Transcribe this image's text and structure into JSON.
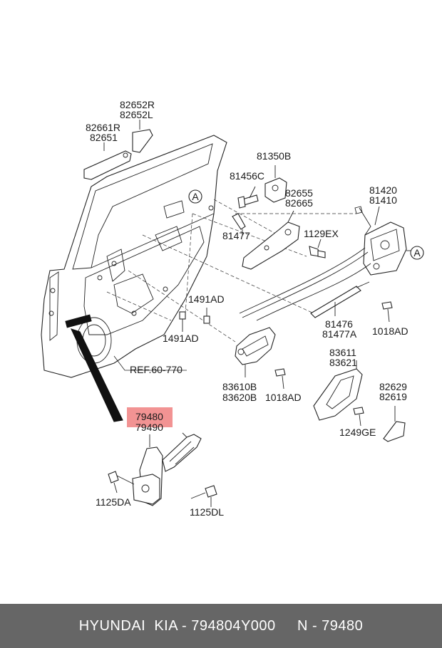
{
  "diagram": {
    "callout_marker": "A",
    "reference": "REF.60-770",
    "labels": {
      "p82652R": "82652R",
      "p82652L": "82652L",
      "p82661R": "82661R",
      "p82651": "82651",
      "p81350B": "81350B",
      "p81456C": "81456C",
      "p82655": "82655",
      "p82665": "82665",
      "p81420": "81420",
      "p81410": "81410",
      "p81477": "81477",
      "p1129EX": "1129EX",
      "p1491AD_a": "1491AD",
      "p1491AD_b": "1491AD",
      "p81476": "81476",
      "p81477A": "81477A",
      "p1018AD_a": "1018AD",
      "p1018AD_b": "1018AD",
      "p83611": "83611",
      "p83621": "83621",
      "p83610B": "83610B",
      "p83620B": "83620B",
      "p82629": "82629",
      "p82619": "82619",
      "p1249GE": "1249GE",
      "p79480": "79480",
      "p79490": "79490",
      "p1125DA": "1125DA",
      "p1125DL": "1125DL"
    },
    "highlight_color": "#f08080"
  },
  "footer": {
    "text": "HYUNDAI  KIA - 794804Y000     N - 79480"
  }
}
